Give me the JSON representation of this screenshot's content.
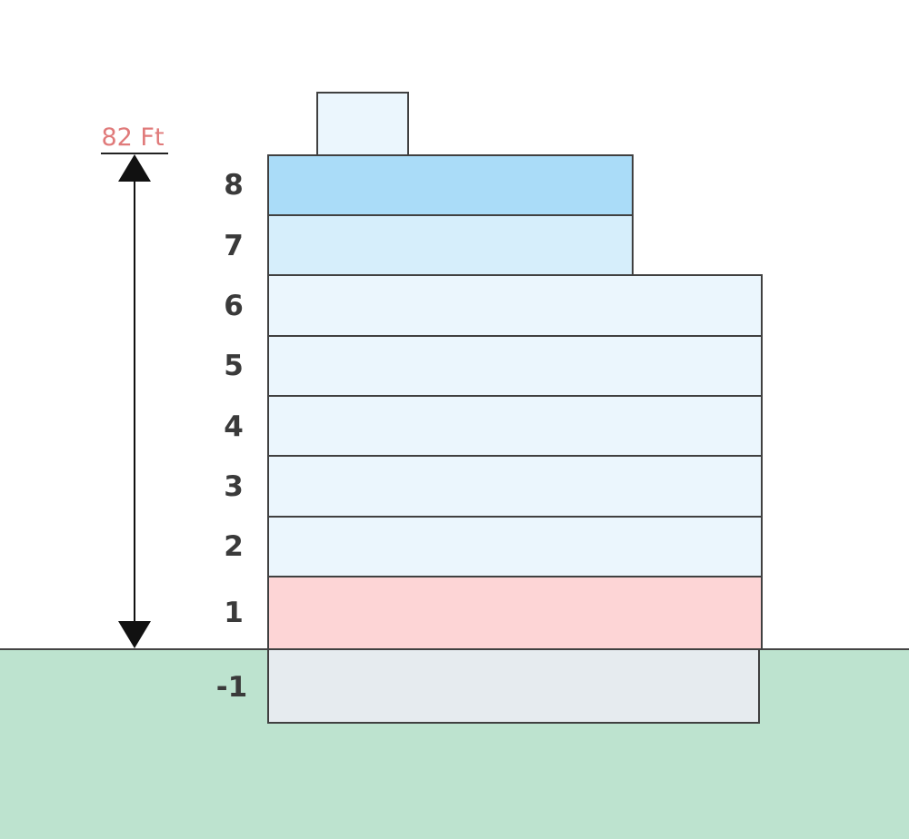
{
  "diagram": {
    "height_label": "82 Ft",
    "colors": {
      "ground": "#bde3cf",
      "height_label": "#e07a7a",
      "floor_top": "#aadcf8",
      "floor_upper": "#d6eefb",
      "floor_default": "#ebf6fd",
      "floor_ground": "#fdd5d6",
      "floor_basement": "#e6ebef",
      "rooftop": "#ebf6fd",
      "outline": "#404040"
    },
    "floors": [
      {
        "label": "8"
      },
      {
        "label": "7"
      },
      {
        "label": "6"
      },
      {
        "label": "5"
      },
      {
        "label": "4"
      },
      {
        "label": "3"
      },
      {
        "label": "2"
      },
      {
        "label": "1"
      },
      {
        "label": "-1"
      }
    ]
  }
}
